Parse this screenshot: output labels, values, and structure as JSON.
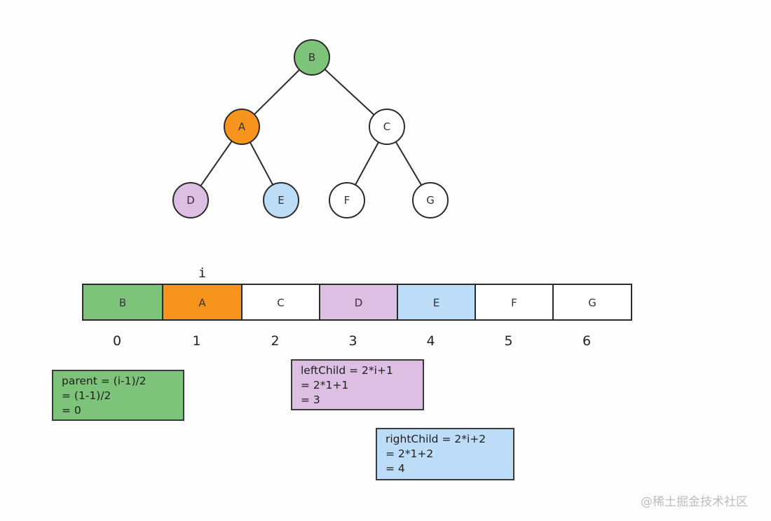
{
  "colors": {
    "green": "#7dc47a",
    "orange": "#f7941d",
    "purple": "#dcbfe3",
    "blue": "#bddcf8",
    "white": "#ffffff",
    "stroke": "#2b2b2b"
  },
  "tree": {
    "nodes": [
      {
        "id": "B",
        "label": "B",
        "color": "green"
      },
      {
        "id": "A",
        "label": "A",
        "color": "orange"
      },
      {
        "id": "C",
        "label": "C",
        "color": "white"
      },
      {
        "id": "D",
        "label": "D",
        "color": "purple"
      },
      {
        "id": "E",
        "label": "E",
        "color": "blue"
      },
      {
        "id": "F",
        "label": "F",
        "color": "white"
      },
      {
        "id": "G",
        "label": "G",
        "color": "white"
      }
    ],
    "edges": [
      {
        "from": "B",
        "to": "A"
      },
      {
        "from": "B",
        "to": "C"
      },
      {
        "from": "A",
        "to": "D"
      },
      {
        "from": "A",
        "to": "E"
      },
      {
        "from": "C",
        "to": "F"
      },
      {
        "from": "C",
        "to": "G"
      }
    ]
  },
  "array": {
    "pointer_label": "i",
    "pointer_index": 1,
    "cells": [
      {
        "label": "B",
        "index": "0",
        "color": "green"
      },
      {
        "label": "A",
        "index": "1",
        "color": "orange"
      },
      {
        "label": "C",
        "index": "2",
        "color": "white"
      },
      {
        "label": "D",
        "index": "3",
        "color": "purple"
      },
      {
        "label": "E",
        "index": "4",
        "color": "blue"
      },
      {
        "label": "F",
        "index": "5",
        "color": "white"
      },
      {
        "label": "G",
        "index": "6",
        "color": "white"
      }
    ]
  },
  "formulas": {
    "parent": [
      "parent = (i-1)/2",
      "= (1-1)/2",
      "= 0"
    ],
    "left_child": [
      "leftChild = 2*i+1",
      "= 2*1+1",
      "= 3"
    ],
    "right_child": [
      "rightChild = 2*i+2",
      "= 2*1+2",
      "= 4"
    ]
  },
  "watermark": "@稀土掘金技术社区"
}
